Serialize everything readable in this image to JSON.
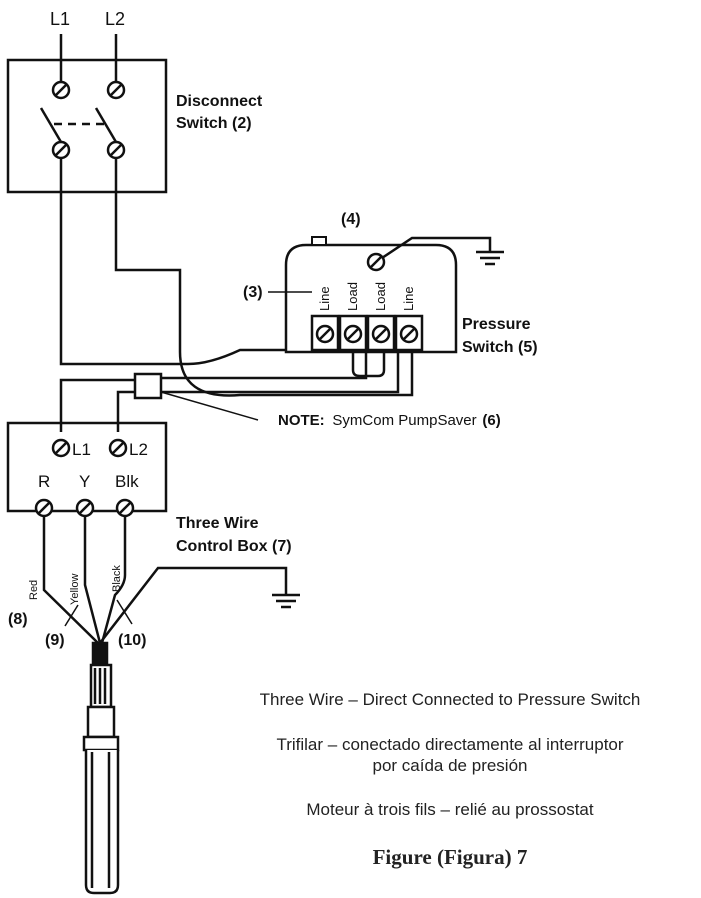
{
  "labels": {
    "l1": "L1",
    "l2": "L2",
    "disconnect_1": "Disconnect",
    "disconnect_2": "Switch (2)",
    "num_4": "(4)",
    "num_3": "(3)",
    "line_a": "Line",
    "load_a": "Load",
    "load_b": "Load",
    "line_b": "Line",
    "pressure_1": "Pressure",
    "pressure_2": "Switch (5)",
    "note_bold": "NOTE:",
    "note_text": "SymCom PumpSaver",
    "note_num": "(6)",
    "cb_l1": "L1",
    "cb_l2": "L2",
    "cb_r": "R",
    "cb_y": "Y",
    "cb_blk": "Blk",
    "control_1": "Three Wire",
    "control_2": "Control Box (7)",
    "wire_red": "Red",
    "wire_yellow": "Yellow",
    "wire_black": "Black",
    "num_8": "(8)",
    "num_9": "(9)",
    "num_10": "(10)"
  },
  "caption": {
    "en": "Three Wire – Direct Connected to Pressure Switch",
    "es_1": "Trifilar – conectado directamente al interruptor",
    "es_2": "por caída de presión",
    "fr": "Moteur à trois fils – relié au prossostat",
    "figure": "Figure (Figura) 7"
  }
}
